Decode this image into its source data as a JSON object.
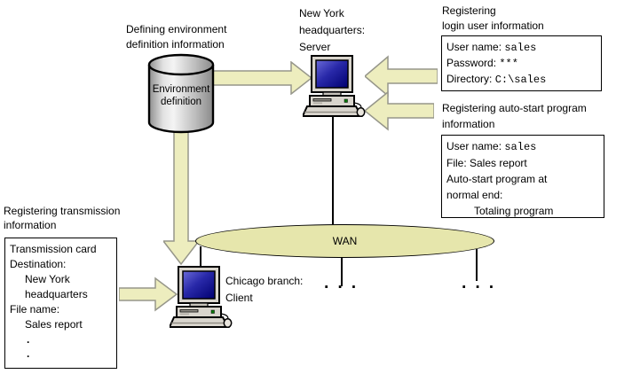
{
  "colors": {
    "arrow_fill": "#EDEDBE",
    "arrow_border": "#96968A",
    "wan_fill": "#E6E6AC",
    "screen_blue": "#1A1A90"
  },
  "diagram": {
    "cylinder": {
      "caption_line1": "Defining environment",
      "caption_line2": "definition information",
      "label_line1": "Environment",
      "label_line2": "definition"
    },
    "server": {
      "caption_line1": "New York",
      "caption_line2": "headquarters:",
      "caption_line3": "Server"
    },
    "client": {
      "caption_line1": "Chicago branch:",
      "caption_line2": "Client"
    },
    "wan": {
      "label": "WAN",
      "ellipsis": "..."
    },
    "login_callout": {
      "title_line1": "Registering",
      "title_line2": "login user information",
      "line1_label": "User name: ",
      "line1_value": "sales",
      "line2_label": "Password: ",
      "line2_value": "***",
      "line3_label": "Directory: ",
      "line3_value": "C:\\sales"
    },
    "autostart_callout": {
      "title_line1": "Registering auto-start program",
      "title_line2": "information",
      "line1_label": "User name: ",
      "line1_value": "sales",
      "line2": "File: Sales report",
      "line3": "Auto-start program at",
      "line4": "normal end:",
      "line5": "Totaling program"
    },
    "transmission_callout": {
      "title_line1": "Registering transmission",
      "title_line2": "information",
      "line1": "Transmission card",
      "line2": "Destination:",
      "line3": "New York",
      "line4": "headquarters",
      "line5": "File name:",
      "line6": "Sales report",
      "dot": "."
    }
  }
}
